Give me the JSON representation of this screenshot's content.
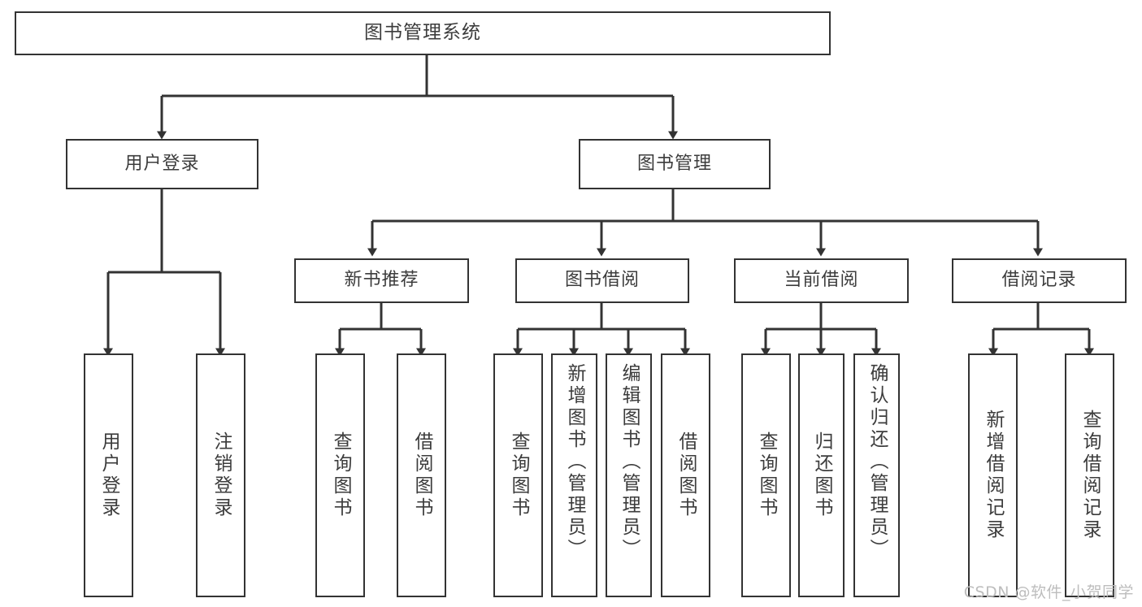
{
  "diagram": {
    "title": "图书管理系统",
    "type": "tree-hierarchy",
    "stroke_color": "#333333",
    "fill_color": "#ffffff",
    "text_color": "#3c3c3c",
    "watermark": "CSDN @软件_小贺同学"
  },
  "nodes": {
    "root": {
      "label": "图书管理系统"
    },
    "level2": [
      {
        "label": "用户登录"
      },
      {
        "label": "图书管理"
      }
    ],
    "level3": [
      {
        "label": "新书推荐"
      },
      {
        "label": "图书借阅"
      },
      {
        "label": "当前借阅"
      },
      {
        "label": "借阅记录"
      }
    ],
    "leaves": {
      "user_login": [
        {
          "label": "用户登录"
        },
        {
          "label": "注销登录"
        }
      ],
      "new_book": [
        {
          "label": "查询图书"
        },
        {
          "label": "借阅图书"
        }
      ],
      "book_borrow": [
        {
          "label": "查询图书"
        },
        {
          "label": "新增图书（管理员）"
        },
        {
          "label": "编辑图书（管理员）"
        },
        {
          "label": "借阅图书"
        }
      ],
      "current_borrow": [
        {
          "label": "查询图书"
        },
        {
          "label": "归还图书"
        },
        {
          "label": "确认归还（管理员）"
        }
      ],
      "borrow_record": [
        {
          "label": "新增借阅记录"
        },
        {
          "label": "查询借阅记录"
        }
      ]
    }
  }
}
